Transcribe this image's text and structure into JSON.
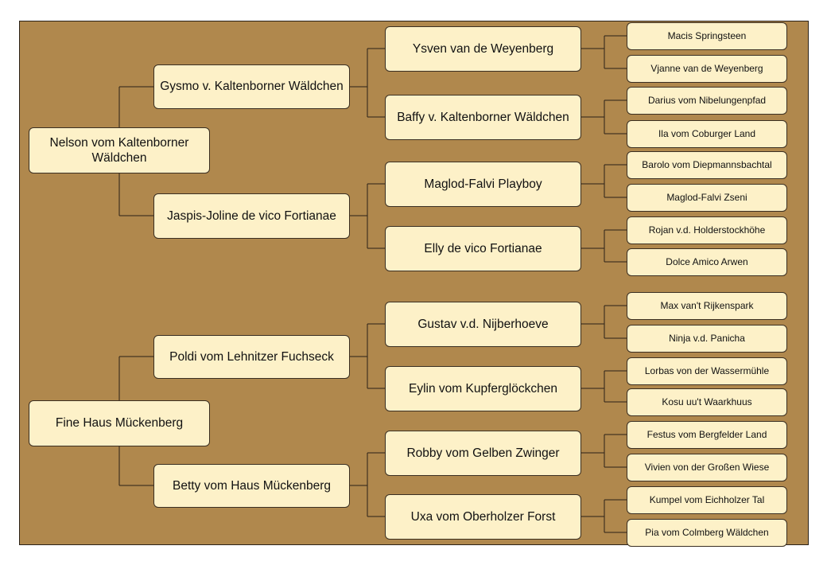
{
  "pedigrees": [
    {
      "dog": "Nelson vom Kaltenborner Wäldchen",
      "sire": {
        "name": "Gysmo v. Kaltenborner Wäldchen",
        "sire": {
          "name": "Ysven van de Weyenberg",
          "sire": "Macis Springsteen",
          "dam": "Vjanne van de Weyenberg"
        },
        "dam": {
          "name": "Baffy v. Kaltenborner Wäldchen",
          "sire": "Darius vom Nibelungenpfad",
          "dam": "Ila vom Coburger Land"
        }
      },
      "dam": {
        "name": "Jaspis-Joline de vico Fortianae",
        "sire": {
          "name": "Maglod-Falvi Playboy",
          "sire": "Barolo vom Diepmannsbachtal",
          "dam": "Maglod-Falvi Zseni"
        },
        "dam": {
          "name": "Elly de vico Fortianae",
          "sire": "Rojan v.d. Holderstockhöhe",
          "dam": "Dolce Amico Arwen"
        }
      }
    },
    {
      "dog": "Fine Haus Mückenberg",
      "sire": {
        "name": "Poldi vom Lehnitzer Fuchseck",
        "sire": {
          "name": "Gustav v.d. Nijberhoeve",
          "sire": "Max van't Rijkenspark",
          "dam": "Ninja v.d. Panicha"
        },
        "dam": {
          "name": "Eylin vom Kupferglöckchen",
          "sire": "Lorbas von der Wassermühle",
          "dam": "Kosu uu't Waarkhuus"
        }
      },
      "dam": {
        "name": "Betty vom Haus Mückenberg",
        "sire": {
          "name": "Robby vom Gelben Zwinger",
          "sire": "Festus vom Bergfelder Land",
          "dam": "Vivien von der Großen Wiese"
        },
        "dam": {
          "name": "Uxa vom Oberholzer Forst",
          "sire": "Kumpel vom Eichholzer Tal",
          "dam": "Pia vom Colmberg Wäldchen"
        }
      }
    }
  ],
  "colors": {
    "board": "#B0884D",
    "box": "#FDF1C8",
    "line": "#2a2118"
  }
}
